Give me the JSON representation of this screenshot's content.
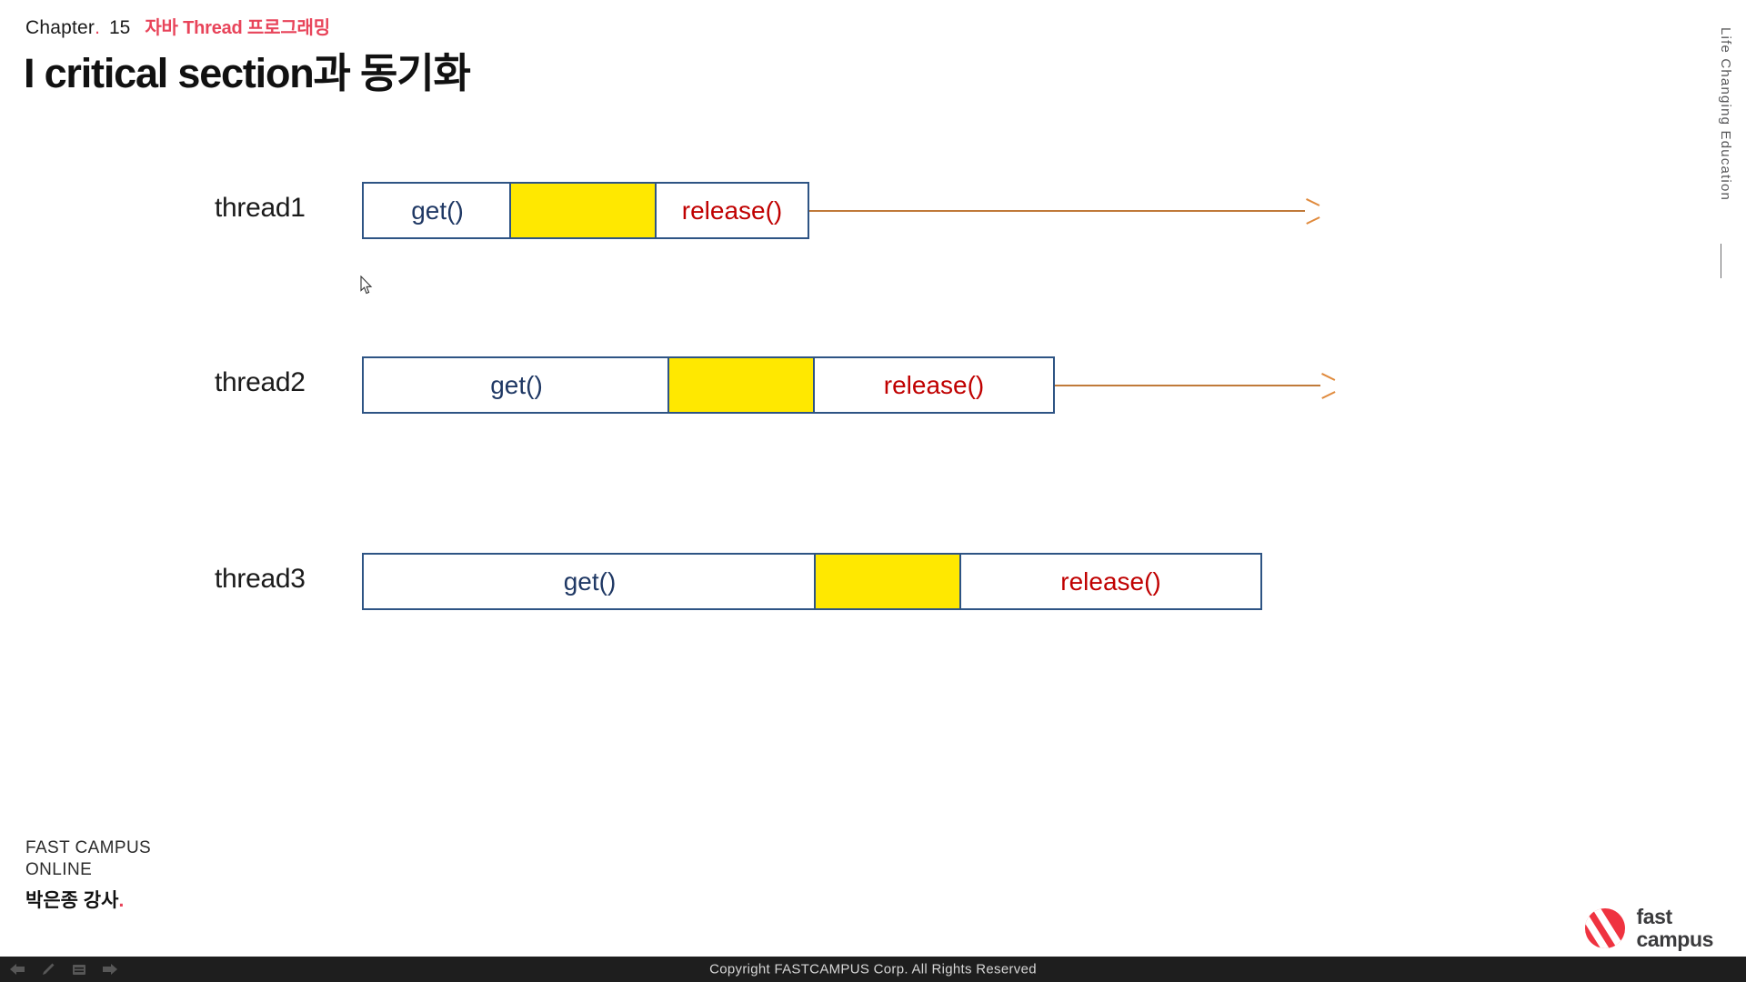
{
  "header": {
    "chapter_word": "Chapter",
    "chapter_dot": ".",
    "chapter_number": "15",
    "chapter_subtitle": "자바 Thread 프로그래밍",
    "title": "I critical section과 동기화"
  },
  "side": {
    "tagline": "Life Changing Education"
  },
  "diagram": {
    "rows": [
      {
        "label": "thread1",
        "get_label": "get()",
        "release_label": "release()",
        "critical_label": ""
      },
      {
        "label": "thread2",
        "get_label": "get()",
        "release_label": "release()",
        "critical_label": ""
      },
      {
        "label": "thread3",
        "get_label": "get()",
        "release_label": "release()",
        "critical_label": ""
      }
    ],
    "colors": {
      "box_border": "#2e5484",
      "critical_fill": "#ffe800",
      "get_text": "#1f3864",
      "release_text": "#c00000",
      "arrow": "#e08a3c"
    }
  },
  "footer": {
    "brand_line1": "FAST  CAMPUS",
    "brand_line2": "ONLINE",
    "instructor": "박은종 강사",
    "instructor_dot": ".",
    "logo_line1": "fast",
    "logo_line2": "campus",
    "copyright": "Copyright  FASTCAMPUS  Corp. All  Rights  Reserved"
  },
  "taskbar": {
    "tools": [
      {
        "name": "back-arrow-icon"
      },
      {
        "name": "pen-icon"
      },
      {
        "name": "slide-icon"
      },
      {
        "name": "forward-arrow-icon"
      }
    ]
  }
}
